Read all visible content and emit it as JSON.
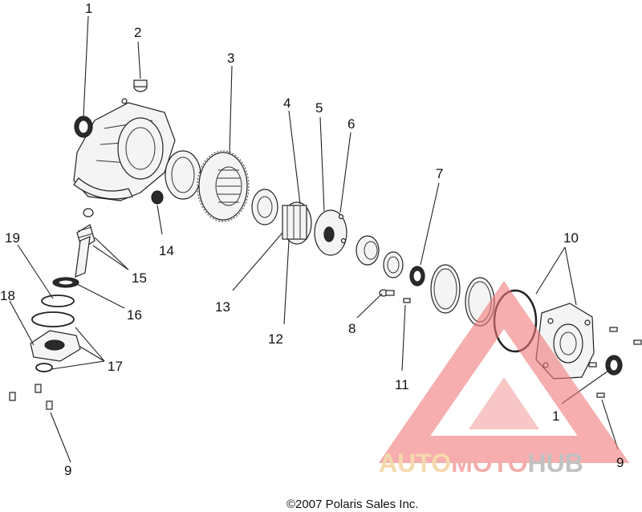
{
  "callouts": [
    {
      "id": "c1a",
      "label": "1"
    },
    {
      "id": "c2",
      "label": "2"
    },
    {
      "id": "c3",
      "label": "3"
    },
    {
      "id": "c4",
      "label": "4"
    },
    {
      "id": "c5",
      "label": "5"
    },
    {
      "id": "c6",
      "label": "6"
    },
    {
      "id": "c7",
      "label": "7"
    },
    {
      "id": "c8",
      "label": "8"
    },
    {
      "id": "c9a",
      "label": "9"
    },
    {
      "id": "c9b",
      "label": "9"
    },
    {
      "id": "c10",
      "label": "10"
    },
    {
      "id": "c11",
      "label": "11"
    },
    {
      "id": "c12",
      "label": "12"
    },
    {
      "id": "c13",
      "label": "13"
    },
    {
      "id": "c14",
      "label": "14"
    },
    {
      "id": "c15",
      "label": "15"
    },
    {
      "id": "c16",
      "label": "16"
    },
    {
      "id": "c17",
      "label": "17"
    },
    {
      "id": "c18",
      "label": "18"
    },
    {
      "id": "c19",
      "label": "19"
    },
    {
      "id": "c1b",
      "label": "1"
    }
  ],
  "copyright": "©2007  Polaris Sales Inc.",
  "watermark": {
    "part1": "AUTO",
    "part2": "MOTO",
    "part3": "HUB",
    "colors": {
      "auto": "#f2c98a",
      "moto": "#f08a8a",
      "hub": "#a8a8a8",
      "triangle": "#f07878"
    }
  }
}
